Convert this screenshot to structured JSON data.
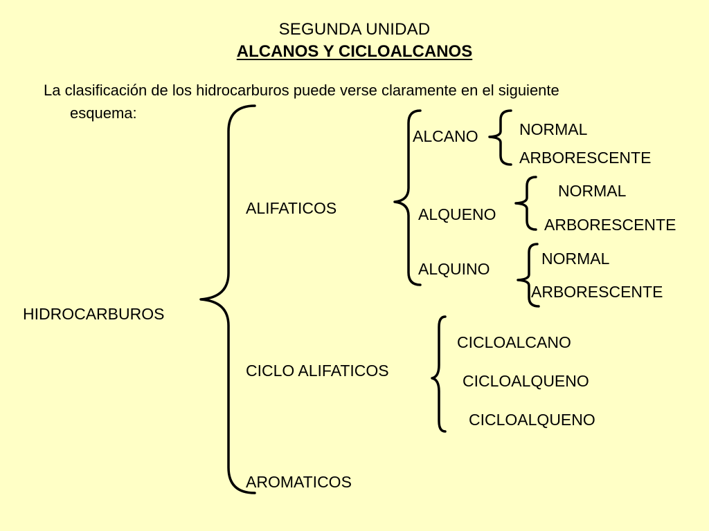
{
  "header": {
    "unit": "SEGUNDA  UNIDAD",
    "topic": "ALCANOS Y CICLOALCANOS"
  },
  "intro": {
    "line1": "La clasificación de los hidrocarburos puede verse claramente en el siguiente",
    "line2": "esquema:"
  },
  "scheme": {
    "root": "HIDROCARBUROS",
    "aliphatic": {
      "label": "ALIFATICOS",
      "alkane": {
        "label": "ALCANO",
        "normal": "NORMAL",
        "branched": "ARBORESCENTE"
      },
      "alkene": {
        "label": "ALQUENO",
        "normal": "NORMAL",
        "branched": "ARBORESCENTE"
      },
      "alkyne": {
        "label": "ALQUINO",
        "normal": "NORMAL",
        "branched": "ARBORESCENTE"
      }
    },
    "cycloaliphatic": {
      "label": "CICLO ALIFATICOS",
      "items": [
        "CICLOALCANO",
        "CICLOALQUENO",
        "CICLOALQUENO"
      ]
    },
    "aromatic": {
      "label": "AROMATICOS"
    }
  }
}
